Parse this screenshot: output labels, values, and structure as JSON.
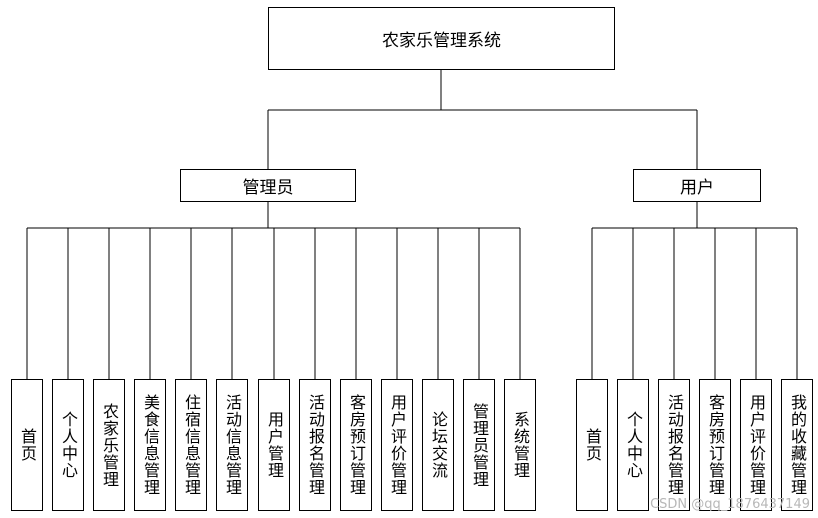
{
  "root": {
    "label": "农家乐管理系统"
  },
  "branches": [
    {
      "label": "管理员",
      "leaves": [
        "首页",
        "个人中心",
        "农家乐管理",
        "美食信息管理",
        "住宿信息管理",
        "活动信息管理",
        "用户管理",
        "活动报名管理",
        "客房预订管理",
        "用户评价管理",
        "论坛交流",
        "管理员管理",
        "系统管理"
      ]
    },
    {
      "label": "用户",
      "leaves": [
        "首页",
        "个人中心",
        "活动报名管理",
        "客房预订管理",
        "用户评价管理",
        "我的收藏管理"
      ]
    }
  ],
  "watermark": "CSDN @qq_1876437149"
}
